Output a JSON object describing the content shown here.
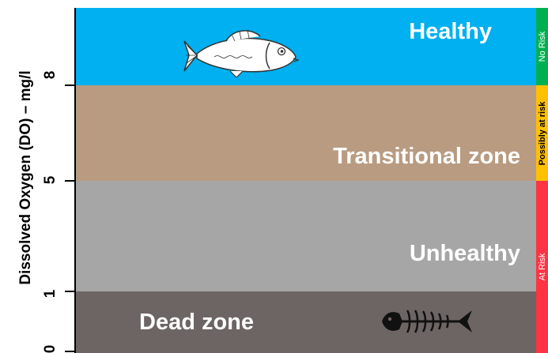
{
  "axis": {
    "title": "Dissolved Oxygen (DO) – mg/l",
    "ticks": [
      "8",
      "5",
      "1",
      "0"
    ]
  },
  "zones": [
    {
      "label": "Healthy",
      "range": [
        8,
        null
      ],
      "color": "#00b0f0"
    },
    {
      "label": "Transitional zone",
      "range": [
        5,
        8
      ],
      "color": "#b99b81"
    },
    {
      "label": "Unhealthy",
      "range": [
        1,
        5
      ],
      "color": "#a6a6a6"
    },
    {
      "label": "Dead zone",
      "range": [
        0,
        1
      ],
      "color": "#6d6563"
    }
  ],
  "risk": [
    {
      "label": "No Risk",
      "color": "#00b050"
    },
    {
      "label": "Possibly at risk",
      "color": "#ffc000"
    },
    {
      "label": "At Risk",
      "color": "#ff3344"
    }
  ],
  "icons": {
    "healthy": "fish-icon",
    "dead": "fish-skeleton-icon"
  }
}
